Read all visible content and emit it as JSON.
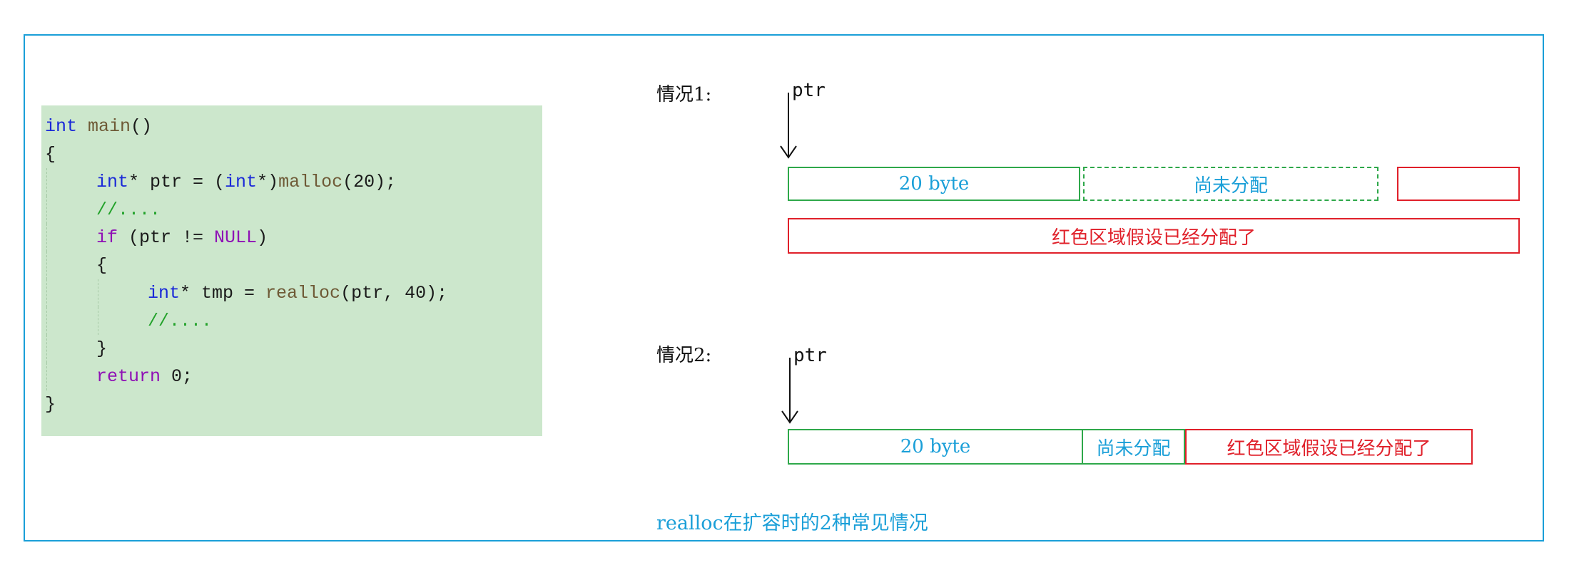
{
  "code": {
    "lines": [
      {
        "parts": [
          {
            "t": "int",
            "c": "kw-blue"
          },
          {
            "t": " "
          },
          {
            "t": "main",
            "c": "fn"
          },
          {
            "t": "()"
          }
        ]
      },
      {
        "parts": [
          {
            "t": "{"
          }
        ]
      },
      {
        "indent": 1,
        "parts": [
          {
            "t": "int",
            "c": "kw-blue"
          },
          {
            "t": "* ptr = ("
          },
          {
            "t": "int",
            "c": "kw-blue"
          },
          {
            "t": "*)"
          },
          {
            "t": "malloc",
            "c": "fn"
          },
          {
            "t": "(20);"
          }
        ]
      },
      {
        "indent": 1,
        "parts": [
          {
            "t": "//....",
            "c": "cmt"
          }
        ]
      },
      {
        "indent": 1,
        "parts": [
          {
            "t": "if",
            "c": "kw-purple"
          },
          {
            "t": " (ptr != "
          },
          {
            "t": "NULL",
            "c": "kw-purple"
          },
          {
            "t": ")"
          }
        ]
      },
      {
        "indent": 1,
        "parts": [
          {
            "t": "{"
          }
        ]
      },
      {
        "indent": 2,
        "parts": [
          {
            "t": "int",
            "c": "kw-blue"
          },
          {
            "t": "* tmp = "
          },
          {
            "t": "realloc",
            "c": "fn"
          },
          {
            "t": "(ptr, 40);"
          }
        ]
      },
      {
        "indent": 2,
        "parts": [
          {
            "t": "//....",
            "c": "cmt"
          }
        ]
      },
      {
        "indent": 1,
        "parts": [
          {
            "t": "}"
          }
        ]
      },
      {
        "indent": 1,
        "parts": [
          {
            "t": "return",
            "c": "kw-purple"
          },
          {
            "t": " 0;"
          }
        ]
      },
      {
        "parts": [
          {
            "t": "}"
          }
        ]
      }
    ]
  },
  "case1": {
    "label": "情况1:",
    "ptr": "ptr",
    "block": "20 byte",
    "unallocated": "尚未分配",
    "red_note": "红色区域假设已经分配了"
  },
  "case2": {
    "label": "情况2:",
    "ptr": "ptr",
    "block": "20 byte",
    "unallocated": "尚未分配",
    "red_note": "红色区域假设已经分配了"
  },
  "caption": "realloc在扩容时的2种常见情况",
  "colors": {
    "frame": "#1a9fd8",
    "green": "#2ea84a",
    "red": "#e0202a",
    "code_bg": "#cce7cc"
  }
}
